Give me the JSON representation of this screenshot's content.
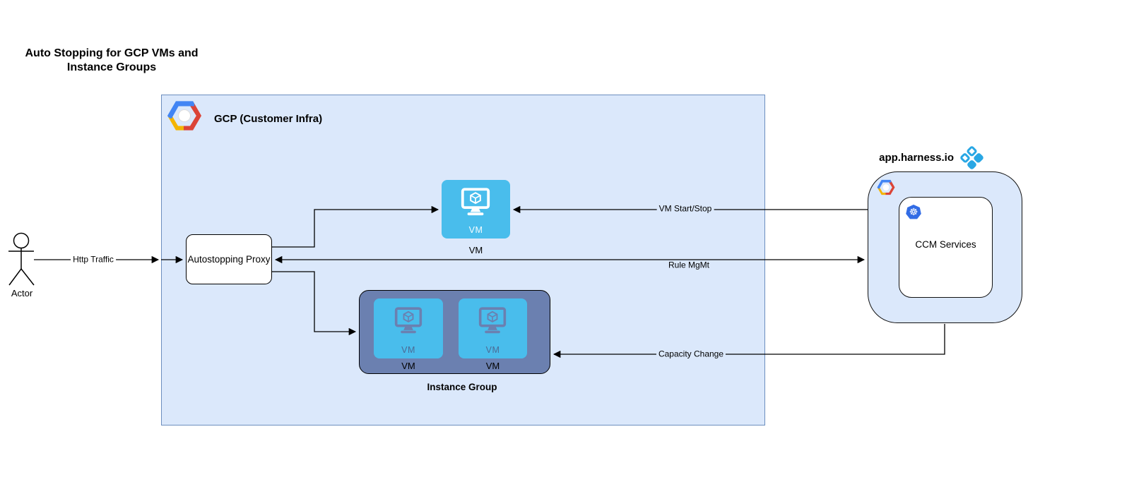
{
  "title": "Auto Stopping for GCP VMs and Instance Groups",
  "actor": {
    "label": "Actor"
  },
  "gcp": {
    "label": "GCP (Customer Infra)",
    "proxy": {
      "label": "Autostopping Proxy"
    },
    "vm": {
      "inner_label": "VM",
      "label": "VM"
    },
    "instance_group": {
      "label": "Instance Group",
      "vms": [
        {
          "inner_label": "VM",
          "label": "VM"
        },
        {
          "inner_label": "VM",
          "label": "VM"
        }
      ]
    }
  },
  "harness": {
    "label": "app.harness.io",
    "ccm": {
      "label": "CCM Services"
    }
  },
  "edges": {
    "http_traffic": "Http Traffic",
    "vm_start_stop": "VM Start/Stop",
    "rule_mgmt": "Rule MgMt",
    "capacity_change": "Capacity Change"
  },
  "colors": {
    "gcp_box_fill": "#dbe8fb",
    "gcp_box_stroke": "#6c8ebf",
    "vm_blue": "#49bdec",
    "instance_group_slate": "#6b80b0",
    "harness_blue": "#29a7e4",
    "kubernetes_blue": "#326ce5",
    "gcp_logo_blue": "#4285f4",
    "gcp_logo_red": "#db4437",
    "gcp_logo_yellow": "#f4b400",
    "line_color": "#000000"
  }
}
